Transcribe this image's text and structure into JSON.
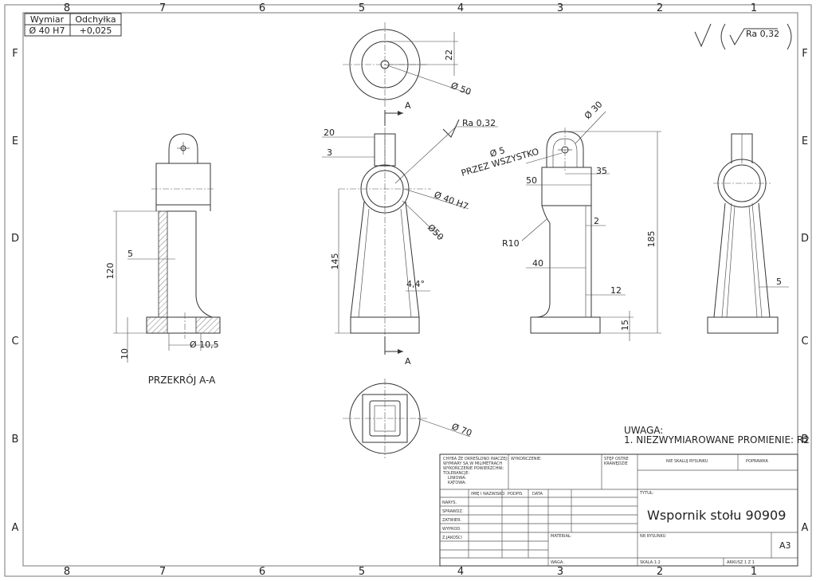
{
  "zones": {
    "columns": [
      "8",
      "7",
      "6",
      "5",
      "4",
      "3",
      "2",
      "1"
    ],
    "rows": [
      "F",
      "E",
      "D",
      "C",
      "B",
      "A"
    ]
  },
  "tolerance_table": {
    "headers": [
      "Wymiar",
      "Odchyłka"
    ],
    "row": [
      "Ø 40 H7",
      "+0,025"
    ]
  },
  "surface_finish_general": "Ra 0,32",
  "top_view": {
    "dim_22": "22",
    "dia_50": "Ø 50"
  },
  "front_view": {
    "section_mark": "A",
    "dim_20": "20",
    "dim_3": "3",
    "ra": "Ra 0,32",
    "dia_40": "Ø 40 H7",
    "dia_50": "Ø50",
    "dim_145": "145",
    "angle": "4,4°"
  },
  "section_view": {
    "dim_120": "120",
    "dim_5": "5",
    "dim_10": "10",
    "dia_10_5": "Ø 10,5",
    "label": "PRZEKRÓJ A-A"
  },
  "side_view": {
    "dia_30": "Ø 30",
    "dia_5": "Ø 5",
    "through": "PRZEZ WSZYSTKO",
    "dim_35": "35",
    "dim_50": "50",
    "dim_2": "2",
    "r10": "R10",
    "dim_40": "40",
    "dim_12": "12",
    "dim_15": "15",
    "dim_185": "185"
  },
  "right_view": {
    "dim_5": "5"
  },
  "bottom_view": {
    "dia_70": "Ø 70"
  },
  "note": {
    "title": "UWAGA:",
    "line1": "1. NIEZWYMIAROWANE PROMIENIE: R2"
  },
  "title_block": {
    "general_note": [
      "CHYBA ŻE OKREŚLONO INACZEJ:",
      "WYMIARY SĄ W MILIMETRACH",
      "WYKOŃCZENIE POWIERZCHNI:",
      "TOLERANCJE:",
      "LINIOWA:",
      "KĄTOWA:"
    ],
    "finish": "WYKOŃCZENIE:",
    "edges": [
      "STĘP OSTRE",
      "KRAWĘDZIE"
    ],
    "no_scale": "NIE SKALUJ RYSUNKU",
    "revision": "POPRAWKA",
    "col_name": "IMIĘ I NAZWISKO",
    "col_sign": "PODPIS",
    "col_date": "DATA",
    "rows": [
      "NARYS.",
      "SPRAWDZ.",
      "ZATWIER.",
      "WYPROD.",
      "Z.JAKOŚCI"
    ],
    "title_label": "TYTUŁ:",
    "title": "Wspornik stołu 90909",
    "material": "MATERIAŁ:",
    "drawing_no": "NR RYSUNKU",
    "size": "A3",
    "weight": "WAGA:",
    "scale": "SKALA:1:2",
    "sheet": "ARKUSZ 1 Z 1"
  }
}
